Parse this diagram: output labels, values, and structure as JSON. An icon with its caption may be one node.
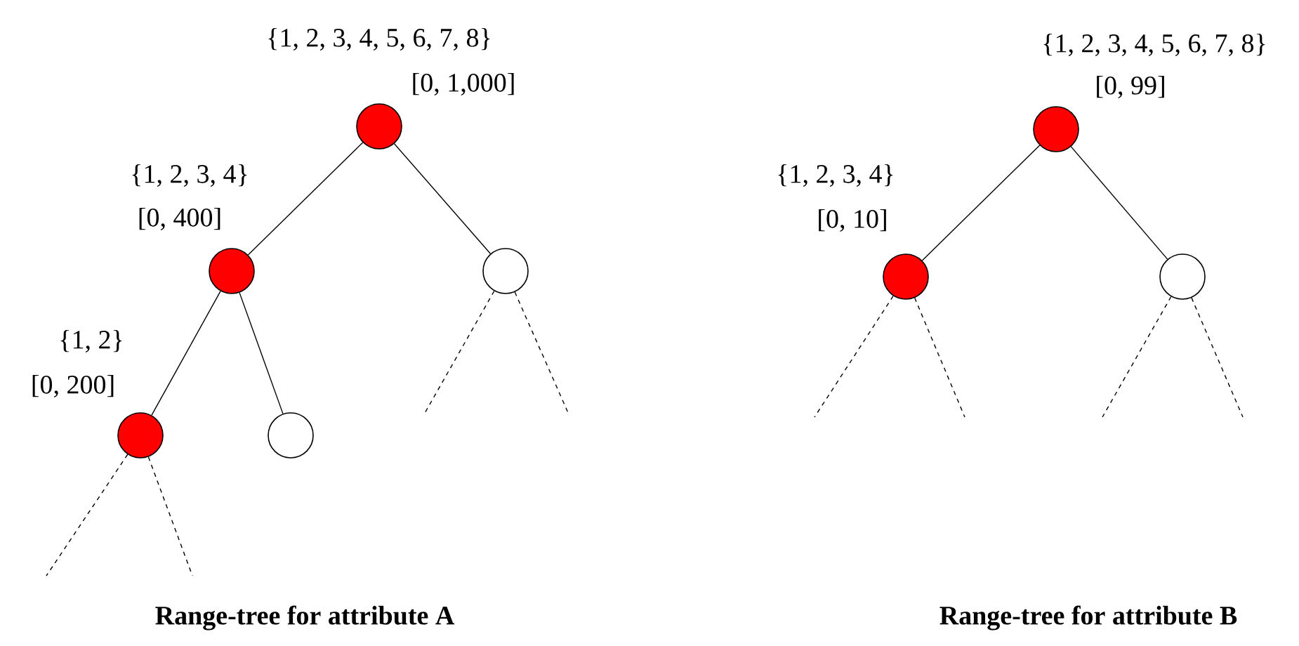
{
  "diagram": {
    "nodes": [
      {
        "text": [],
        "shape": "circle",
        "beside": [
          "{1, 2, 3, 4, 5, 6, 7, 8}",
          "[0, 1,000]"
        ]
      },
      {
        "text": [],
        "shape": "circle",
        "beside": [
          "{1, 2, 3, 4}",
          "[0, 400]"
        ]
      },
      {
        "text": [],
        "shape": "circle"
      },
      {
        "text": [],
        "shape": "circle",
        "beside": [
          "{1, 2}",
          "[0, 200]"
        ]
      },
      {
        "text": [],
        "shape": "circle"
      },
      {
        "text": [],
        "shape": "circle",
        "beside": [
          "{1, 2, 3, 4, 5, 6, 7, 8}",
          "[0, 99]"
        ]
      },
      {
        "text": [],
        "shape": "circle",
        "beside": [
          "{1, 2, 3, 4}",
          "[0, 10]"
        ]
      },
      {
        "text": [],
        "shape": "circle"
      }
    ],
    "edges": [
      {
        "from": 0,
        "to": 1,
        "arrow": "none"
      },
      {
        "from": 0,
        "to": 2,
        "arrow": "none"
      },
      {
        "from": 1,
        "to": 3,
        "arrow": "none"
      },
      {
        "from": 1,
        "to": 4,
        "arrow": "none"
      },
      {
        "from": 3,
        "to": null,
        "arrow": "none",
        "style": "dashed"
      },
      {
        "from": 3,
        "to": null,
        "arrow": "none",
        "style": "dashed"
      },
      {
        "from": 2,
        "to": null,
        "arrow": "none",
        "style": "dashed"
      },
      {
        "from": 2,
        "to": null,
        "arrow": "none",
        "style": "dashed"
      },
      {
        "from": 5,
        "to": 6,
        "arrow": "none"
      },
      {
        "from": 5,
        "to": 7,
        "arrow": "none"
      },
      {
        "from": 6,
        "to": null,
        "arrow": "none",
        "style": "dashed"
      },
      {
        "from": 6,
        "to": null,
        "arrow": "none",
        "style": "dashed"
      },
      {
        "from": 7,
        "to": null,
        "arrow": "none",
        "style": "dashed"
      },
      {
        "from": 7,
        "to": null,
        "arrow": "none",
        "style": "dashed"
      }
    ],
    "labels": [
      "Range-tree for attribute A",
      "Range-tree for attribute B"
    ]
  }
}
